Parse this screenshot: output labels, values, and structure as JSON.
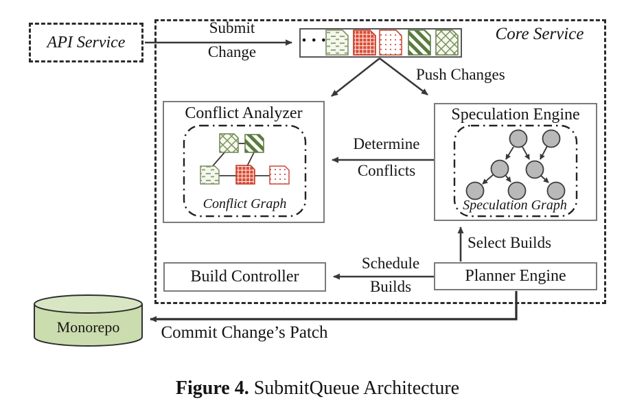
{
  "diagram": {
    "caption": {
      "label": "Figure 4.",
      "title": " SubmitQueue Architecture"
    },
    "containers": {
      "api_service": "API Service",
      "core_service": "Core Service"
    },
    "queue": {
      "ellipsis": "• • •",
      "icons": [
        "doc-green-dashed",
        "doc-red-grid",
        "doc-red-dotted",
        "doc-green-striped",
        "doc-green-crosshatch"
      ]
    },
    "components": {
      "conflict_analyzer": {
        "title": "Conflict Analyzer",
        "inner_label": "Conflict Graph"
      },
      "speculation_engine": {
        "title": "Speculation Engine",
        "inner_label": "Speculation Graph",
        "node_count": 7
      },
      "build_controller": {
        "title": "Build Controller"
      },
      "planner_engine": {
        "title": "Planner Engine"
      },
      "monorepo": {
        "title": "Monorepo"
      }
    },
    "edges": {
      "submit_change": {
        "line1": "Submit",
        "line2": "Change"
      },
      "push_changes": "Push Changes",
      "determine_conflicts": {
        "line1": "Determine",
        "line2": "Conflicts"
      },
      "select_builds": "Select Builds",
      "schedule_builds": {
        "line1": "Schedule",
        "line2": "Builds"
      },
      "commit_patch": "Commit Change’s Patch"
    },
    "colors": {
      "line": "#383838",
      "green_pattern": "#6e8a4f",
      "green_stripe": "#5c7a41",
      "red_pattern": "#cc4431",
      "node_gray": "#b9b9b9",
      "monorepo_fill": "#cbdcae",
      "monorepo_top": "#d9e6c4"
    }
  }
}
